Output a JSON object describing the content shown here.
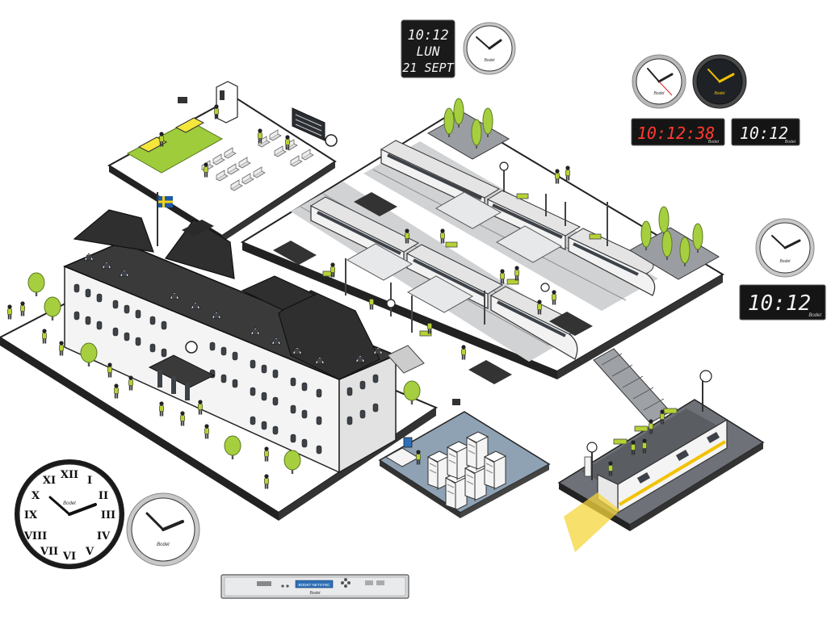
{
  "displays": {
    "top_calendar": {
      "time": "10:12",
      "day": "LUN",
      "date": "21 SEPT"
    },
    "red_clock": {
      "time": "10:12:38",
      "brand": "Bodet"
    },
    "white_digital_top": {
      "time": "10:12",
      "brand": "Bodet"
    },
    "white_digital_right": {
      "time": "10:12",
      "brand": "Bodet"
    }
  },
  "clock_brand": "Bodet",
  "master_clock": {
    "screen_text": "BODET NETSYNC",
    "brand": "Bodet"
  },
  "colors": {
    "accent": "#b5d334",
    "clock_hand_yellow": "#f2c200",
    "led_red": "#ff3b2f",
    "led_white": "#f2f2f2",
    "roof": "#3a3a3a",
    "platform_dark": "#6e7278",
    "server_floor": "#8fa2b4",
    "flag_blue": "#1d5aa8",
    "flag_yellow": "#f7d117"
  }
}
